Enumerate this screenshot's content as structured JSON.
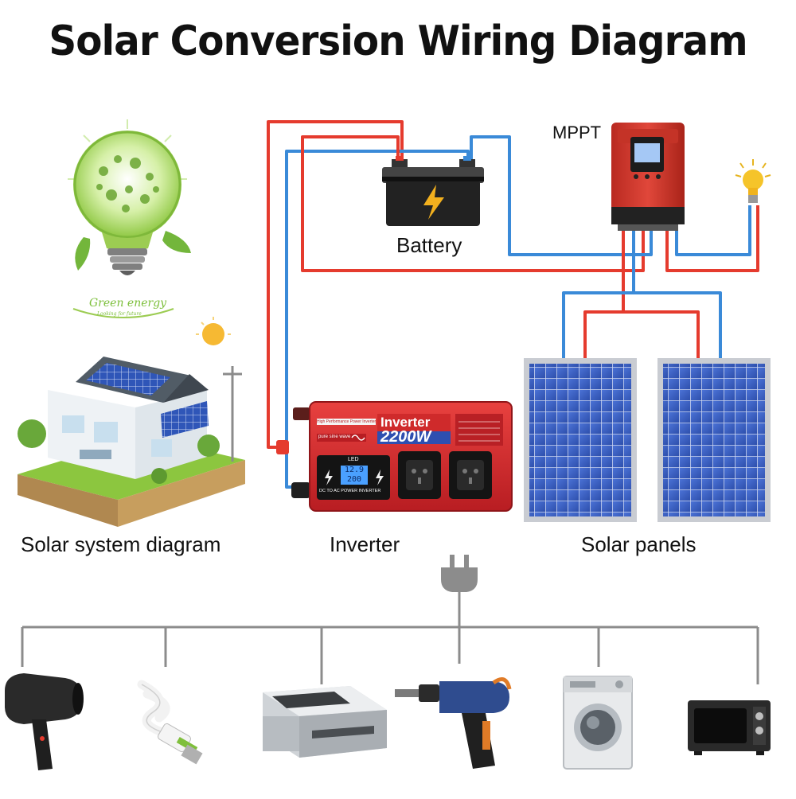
{
  "title": "Solar Conversion Wiring Diagram",
  "labels": {
    "battery": "Battery",
    "mppt": "MPPT",
    "inverter": "Inverter",
    "solar_panels": "Solar panels",
    "solar_system": "Solar system diagram"
  },
  "green_energy": {
    "title": "Green energy",
    "subtitle": "Looking for future"
  },
  "inverter_face": {
    "brand_line": "Inverter",
    "power": "2200W",
    "wave": "pure sine wave",
    "top_strip": "High Performance Power Inverter",
    "led": "LED",
    "display_top": "12.9",
    "display_bottom": "200",
    "bottom_text": "DC TO AC POWER INVERTER"
  },
  "colors": {
    "positive_wire": "#e53b2e",
    "negative_wire": "#3a8ad8",
    "bus_line": "#8c8c8c",
    "inverter_red": "#d6262b",
    "mppt_red": "#d0362a",
    "panel_blue": "#2f56b8"
  },
  "icons": [
    "light-bulb-icon",
    "hair-dryer-icon",
    "cfl-bulb-icon",
    "printer-icon",
    "drill-icon",
    "washing-machine-icon",
    "microwave-oven-icon",
    "plug-icon",
    "lightning-icon"
  ]
}
